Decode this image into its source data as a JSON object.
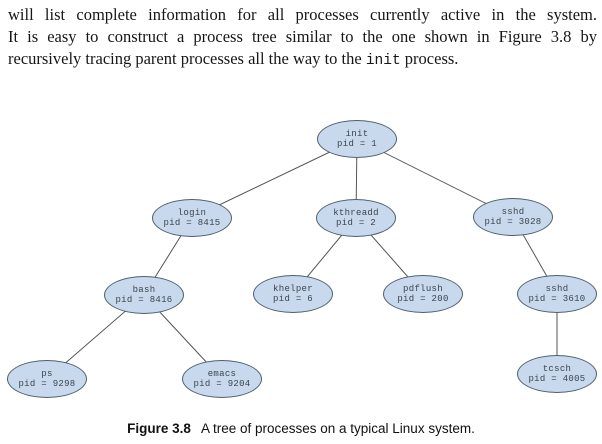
{
  "paragraph": {
    "line1": "will list complete information for all processes currently active in the system.",
    "line2": "It is easy to construct a process tree similar to the one shown in Figure 3.8 by",
    "line3_pre": "recursively tracing parent processes all the way to the ",
    "line3_mono": "init",
    "line3_post": " process."
  },
  "figure": {
    "caption_label": "Figure 3.8",
    "caption_text": "A tree of processes on a typical Linux system.",
    "colors": {
      "node_fill": "#c8d9ee",
      "node_border": "#4e5f6d",
      "edge_line": "#555555",
      "node_text": "#3d444b"
    },
    "nodes": [
      {
        "name": "init",
        "pid_label": "pid = 1"
      },
      {
        "name": "login",
        "pid_label": "pid = 8415"
      },
      {
        "name": "kthreadd",
        "pid_label": "pid = 2"
      },
      {
        "name": "sshd",
        "pid_label": "pid = 3028"
      },
      {
        "name": "bash",
        "pid_label": "pid = 8416"
      },
      {
        "name": "khelper",
        "pid_label": "pid = 6"
      },
      {
        "name": "pdflush",
        "pid_label": "pid = 200"
      },
      {
        "name": "sshd",
        "pid_label": "pid = 3610"
      },
      {
        "name": "ps",
        "pid_label": "pid = 9298"
      },
      {
        "name": "emacs",
        "pid_label": "pid = 9204"
      },
      {
        "name": "tcsch",
        "pid_label": "pid = 4005"
      }
    ],
    "edges": [
      {
        "parent": "init (pid 1)",
        "child": "login (pid 8415)"
      },
      {
        "parent": "init (pid 1)",
        "child": "kthreadd (pid 2)"
      },
      {
        "parent": "init (pid 1)",
        "child": "sshd (pid 3028)"
      },
      {
        "parent": "login (pid 8415)",
        "child": "bash (pid 8416)"
      },
      {
        "parent": "kthreadd (pid 2)",
        "child": "khelper (pid 6)"
      },
      {
        "parent": "kthreadd (pid 2)",
        "child": "pdflush (pid 200)"
      },
      {
        "parent": "sshd (pid 3028)",
        "child": "sshd (pid 3610)"
      },
      {
        "parent": "bash (pid 8416)",
        "child": "ps (pid 9298)"
      },
      {
        "parent": "bash (pid 8416)",
        "child": "emacs (pid 9204)"
      },
      {
        "parent": "sshd (pid 3610)",
        "child": "tcsch (pid 4005)"
      }
    ]
  }
}
